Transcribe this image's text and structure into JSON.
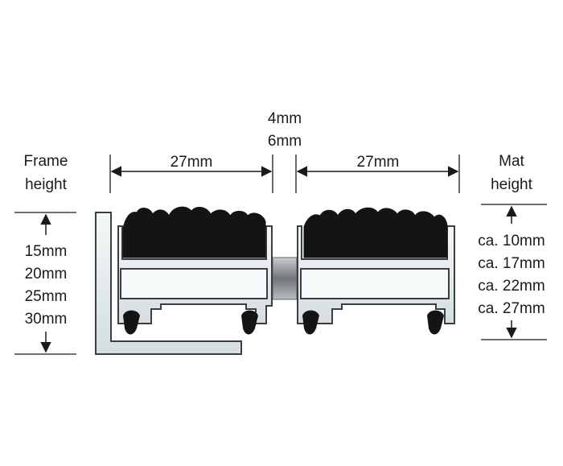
{
  "colors": {
    "ink": "#1a1a1a",
    "aluminium_light": "#e8eef0",
    "aluminium_edge": "#3a3f42",
    "insert_black": "#141414",
    "connector_grey": "#8a8f93"
  },
  "labels": {
    "frame_height_line1": "Frame",
    "frame_height_line2": "height",
    "mat_height_line1": "Mat",
    "mat_height_line2": "height",
    "width_left": "27mm",
    "width_right": "27mm",
    "gap_a": "4mm",
    "gap_b": "6mm"
  },
  "frame_heights": [
    "15mm",
    "20mm",
    "25mm",
    "30mm"
  ],
  "mat_heights": [
    "ca. 10mm",
    "ca. 17mm",
    "ca. 22mm",
    "ca. 27mm"
  ],
  "icons": [
    "arrow-up-icon",
    "arrow-down-icon",
    "arrow-left-icon",
    "arrow-right-icon",
    "brush-insert-icon",
    "rubber-foot-icon"
  ]
}
